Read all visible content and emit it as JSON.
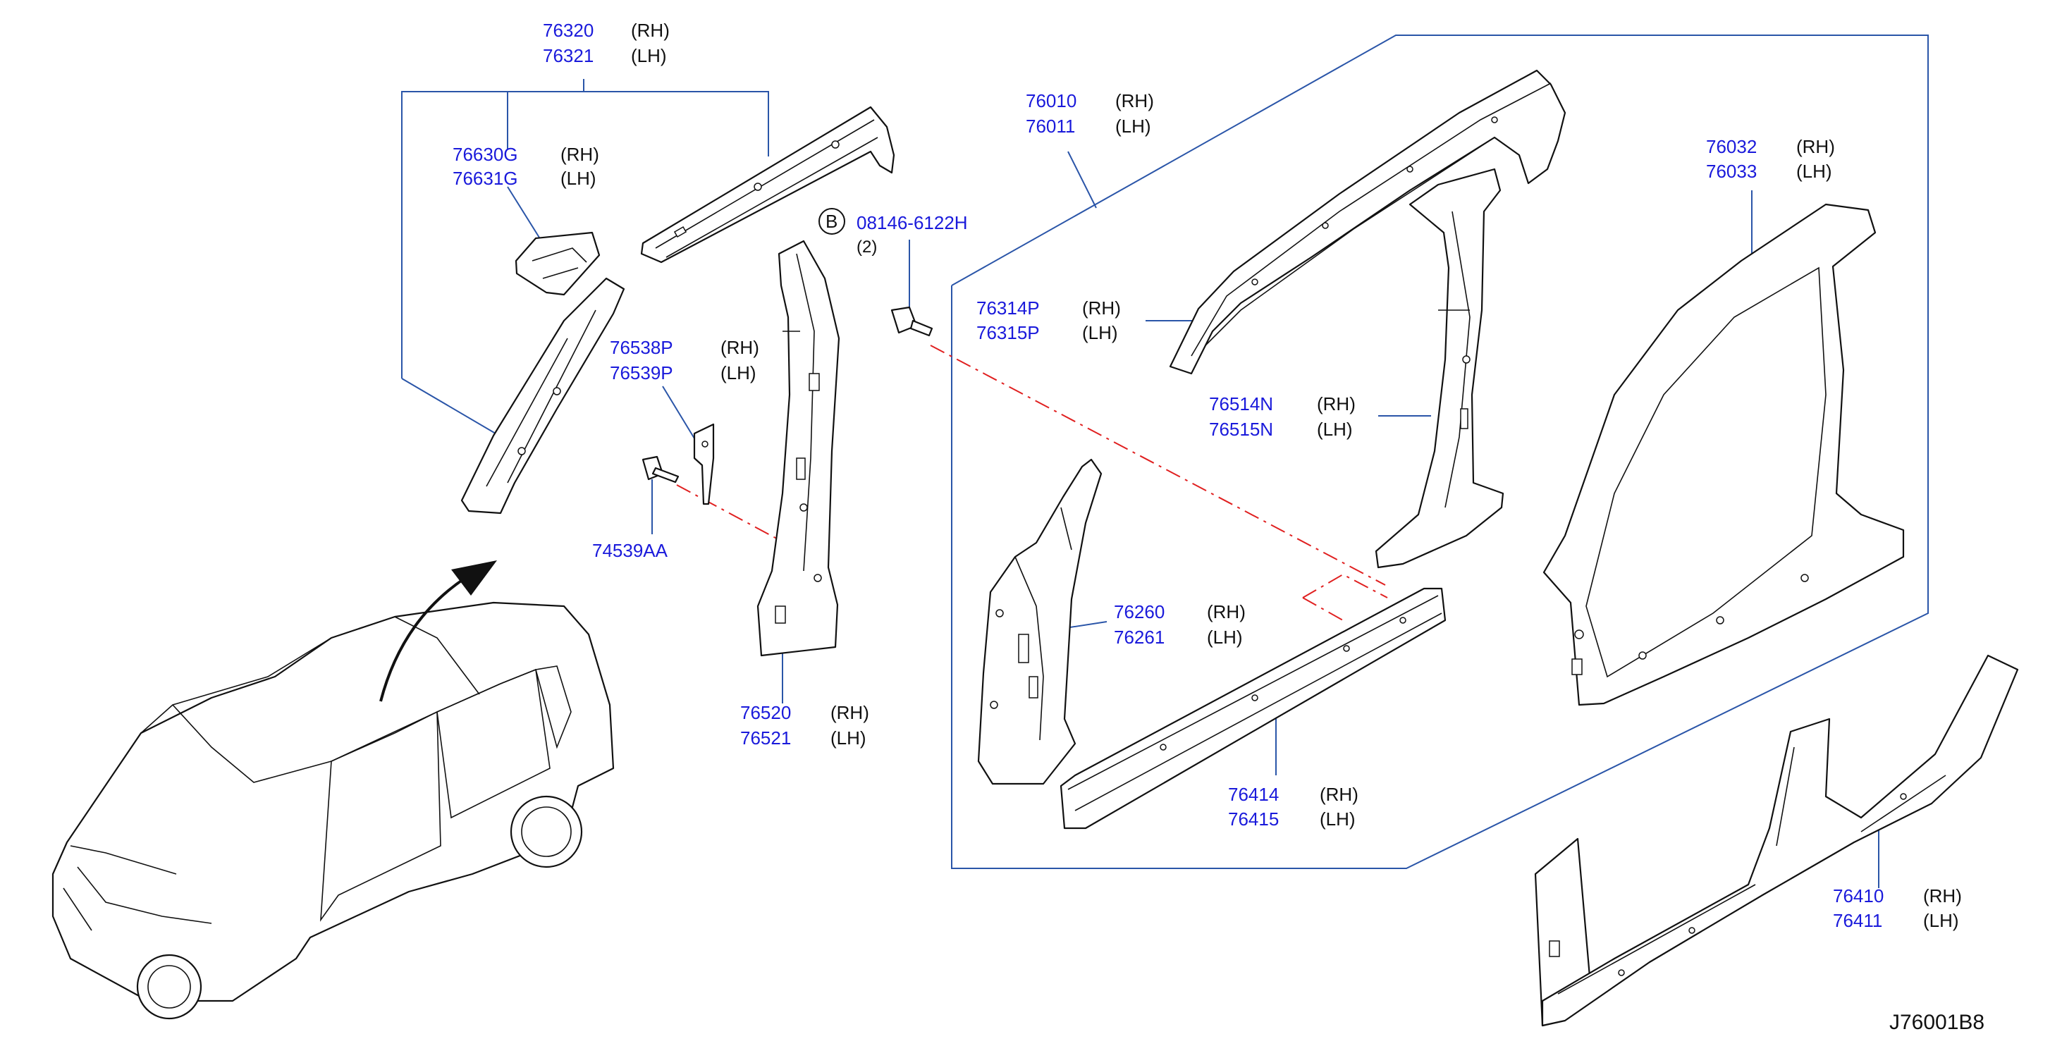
{
  "diagram_code": "J76001B8",
  "fastener_marker": "B",
  "callouts": {
    "c76320": {
      "rh": "76320",
      "lh": "76321",
      "rh_tag": "(RH)",
      "lh_tag": "(LH)"
    },
    "c76630": {
      "rh": "76630G",
      "lh": "76631G",
      "rh_tag": "(RH)",
      "lh_tag": "(LH)"
    },
    "c76538": {
      "rh": "76538P",
      "lh": "76539P",
      "rh_tag": "(RH)",
      "lh_tag": "(LH)"
    },
    "c74539": {
      "part": "74539AA"
    },
    "c08146": {
      "part": "08146-6122H",
      "qty": "(2)"
    },
    "c76520": {
      "rh": "76520",
      "lh": "76521",
      "rh_tag": "(RH)",
      "lh_tag": "(LH)"
    },
    "c76010": {
      "rh": "76010",
      "lh": "76011",
      "rh_tag": "(RH)",
      "lh_tag": "(LH)"
    },
    "c76314": {
      "rh": "76314P",
      "lh": "76315P",
      "rh_tag": "(RH)",
      "lh_tag": "(LH)"
    },
    "c76514": {
      "rh": "76514N",
      "lh": "76515N",
      "rh_tag": "(RH)",
      "lh_tag": "(LH)"
    },
    "c76260": {
      "rh": "76260",
      "lh": "76261",
      "rh_tag": "(RH)",
      "lh_tag": "(LH)"
    },
    "c76414": {
      "rh": "76414",
      "lh": "76415",
      "rh_tag": "(RH)",
      "lh_tag": "(LH)"
    },
    "c76032": {
      "rh": "76032",
      "lh": "76033",
      "rh_tag": "(RH)",
      "lh_tag": "(LH)"
    },
    "c76410": {
      "rh": "76410",
      "lh": "76411",
      "rh_tag": "(RH)",
      "lh_tag": "(LH)"
    }
  }
}
